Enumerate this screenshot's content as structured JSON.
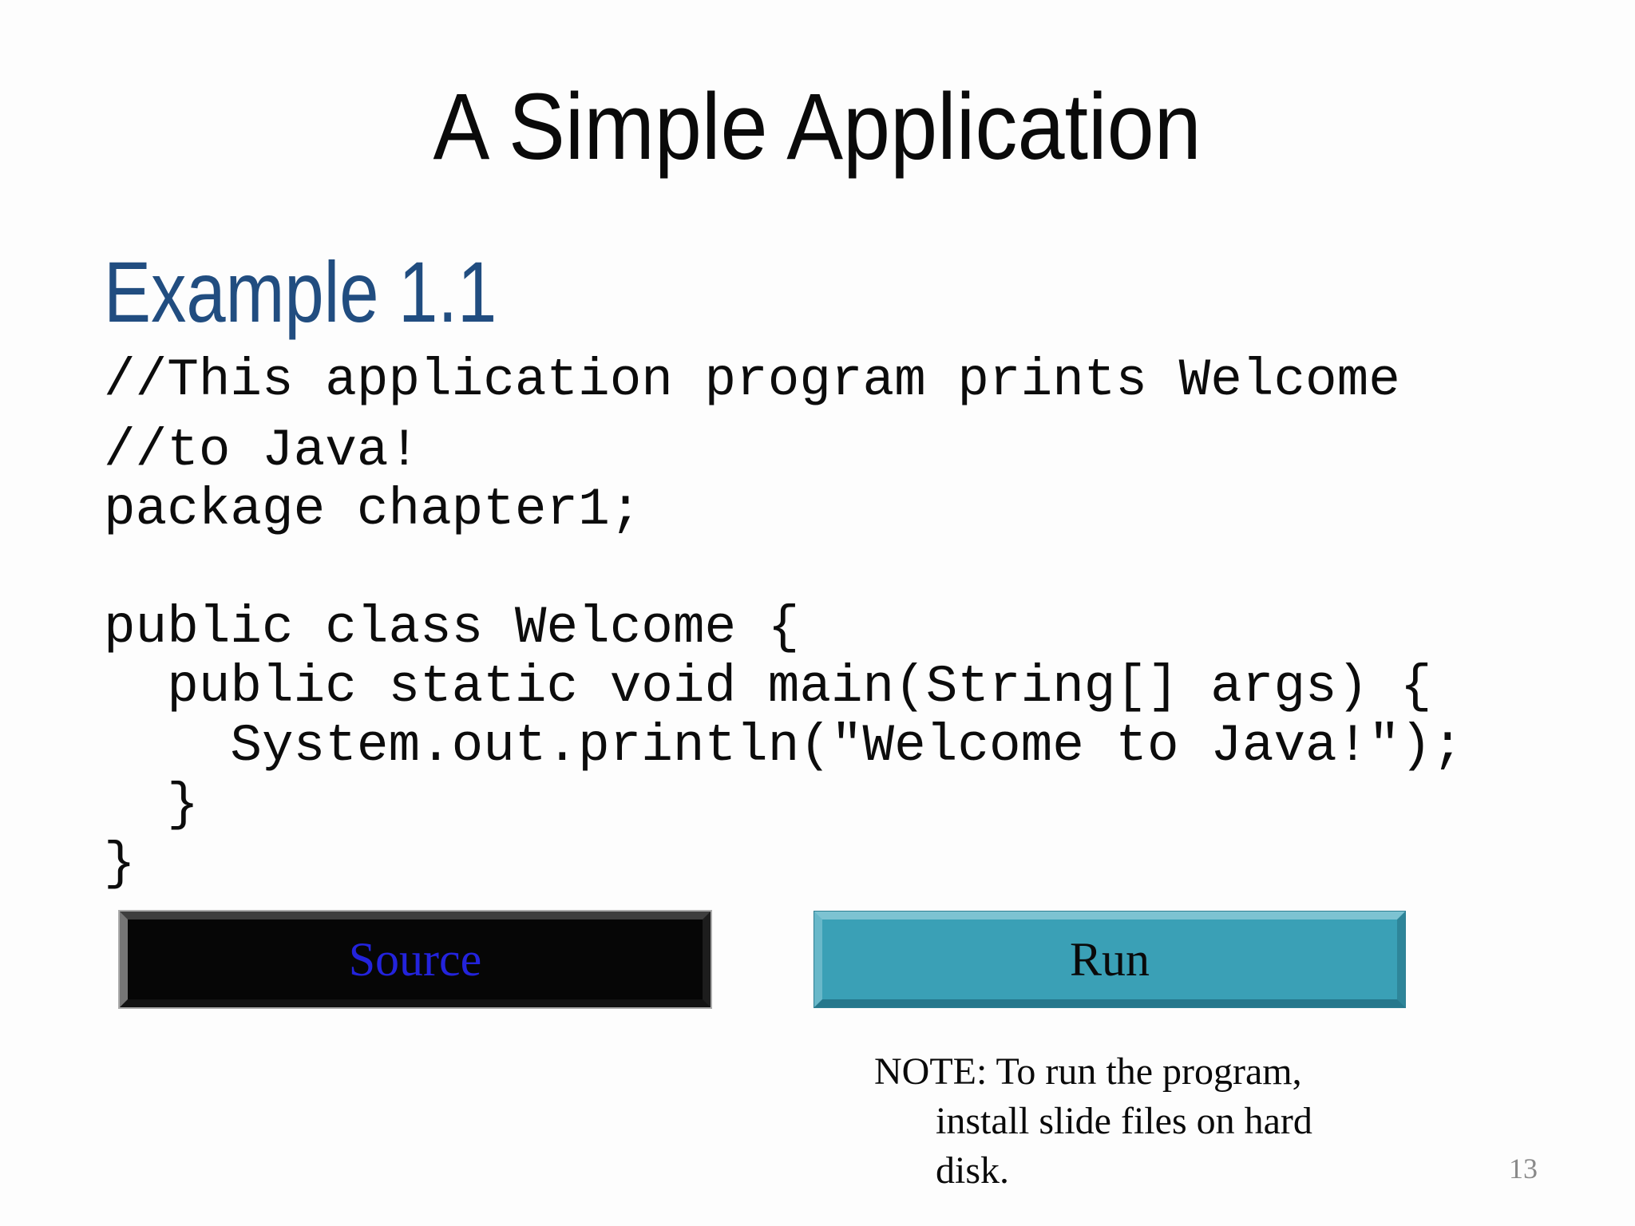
{
  "slide": {
    "title": "A Simple Application",
    "heading": "Example 1.1",
    "code_lines": [
      "//This application program prints Welcome",
      "//to Java!",
      "package chapter1;",
      "",
      "public class Welcome {",
      "  public static void main(String[] args) {",
      "    System.out.println(\"Welcome to Java!\");",
      "  }",
      "}"
    ],
    "buttons": {
      "source_label": "Source",
      "run_label": "Run"
    },
    "note_lines": [
      "NOTE: To run the program,",
      "install slide files on hard",
      "disk."
    ],
    "page_number": "13",
    "colors": {
      "heading_blue": "#214d80",
      "source_text_blue": "#2323dc",
      "source_face_black": "#060606",
      "run_face_teal": "#3aa0b6",
      "page_number_gray": "#8a8a8a"
    }
  }
}
